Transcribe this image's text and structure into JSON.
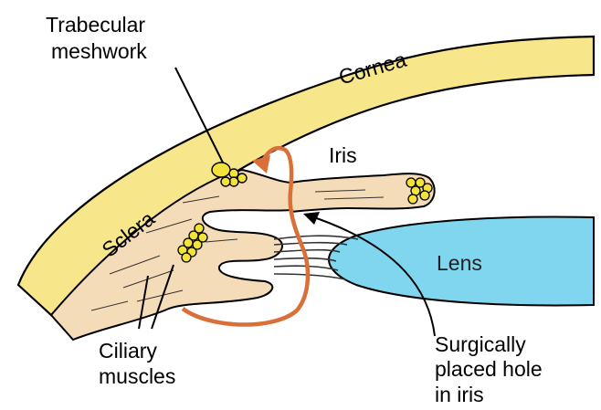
{
  "labels": {
    "trabecular_line1": "Trabecular",
    "trabecular_line2": "meshwork",
    "cornea": "Cornea",
    "iris": "Iris",
    "sclera": "Sclera",
    "lens": "Lens",
    "ciliary_line1": "Ciliary",
    "ciliary_line2": "muscles",
    "hole_line1": "Surgically",
    "hole_line2": "placed hole",
    "hole_line3": "in iris"
  },
  "colors": {
    "cornea_sclera": "#f7e68a",
    "tissue": "#f5dcb8",
    "lens": "#7fd6ee",
    "arrow": "#d9703a",
    "meshwork": "#f2e23a",
    "outline": "#000000"
  }
}
